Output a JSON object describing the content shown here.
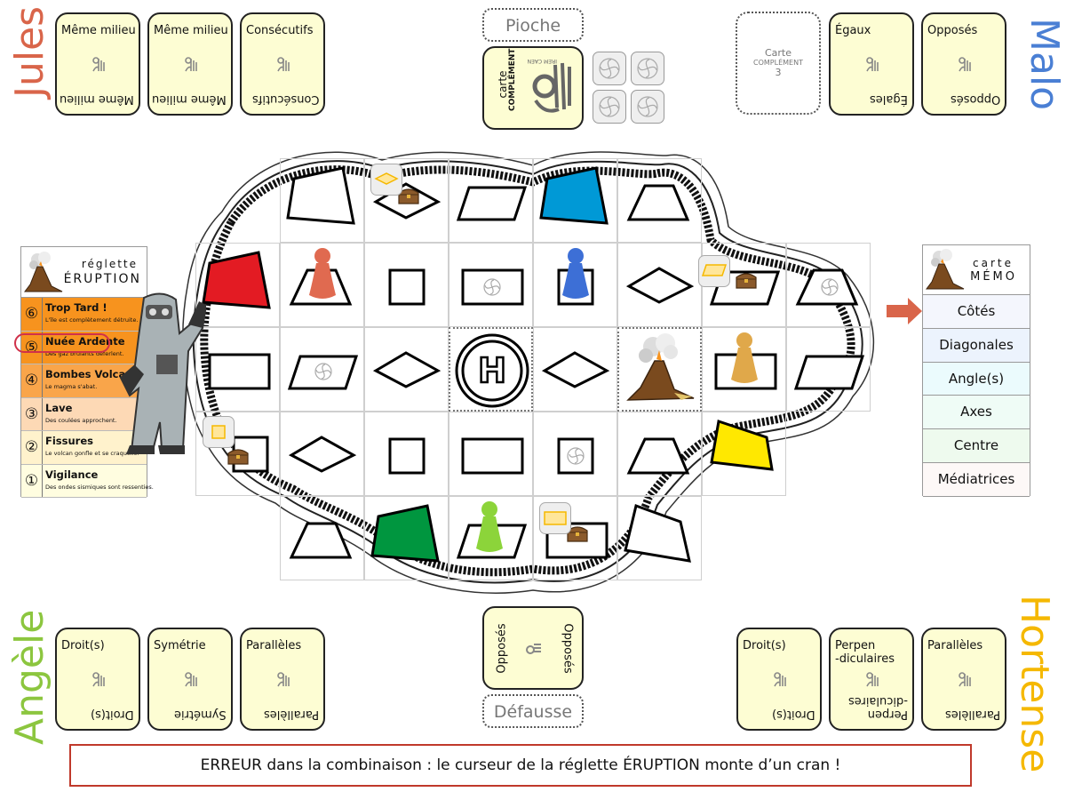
{
  "players": {
    "jules": {
      "name": "Jules",
      "color": "#d9654a",
      "cards": [
        {
          "top": "Même milieu",
          "bottom": "Même milieu"
        },
        {
          "top": "Même milieu",
          "bottom": "Même milieu"
        },
        {
          "top": "Consécutifs",
          "bottom": "Consécutifs"
        }
      ]
    },
    "malo": {
      "name": "Malo",
      "color": "#4a7fd4",
      "empty_slot": {
        "line1": "Carte",
        "line2": "COMPLÉMENT",
        "line3": "3"
      },
      "cards": [
        {
          "top": "Égaux",
          "bottom": "Égales"
        },
        {
          "top": "Opposés",
          "bottom": "Opposés"
        }
      ]
    },
    "angele": {
      "name": "Angèle",
      "color": "#8cc63f",
      "cards": [
        {
          "top": "Droit(s)",
          "bottom": "Droit(s)"
        },
        {
          "top": "Symétrie",
          "bottom": "Symétrie"
        },
        {
          "top": "Parallèles",
          "bottom": "Parallèles"
        }
      ]
    },
    "hortense": {
      "name": "Hortense",
      "color": "#f5b800",
      "cards": [
        {
          "top": "Droit(s)",
          "bottom": "Droit(s)"
        },
        {
          "top": "Perpen\n-diculaires",
          "bottom": "Perpen\n-diculaires"
        },
        {
          "top": "Parallèles",
          "bottom": "Parallèles"
        }
      ]
    }
  },
  "pioche": {
    "label": "Pioche",
    "top_card": {
      "line1": "carte",
      "line2": "COMPLÉMENT",
      "brand": "IREM CAEN"
    },
    "tiles_count": 4
  },
  "defausse": {
    "label": "Défausse",
    "top_card": {
      "left": "Opposés",
      "right": "Opposés"
    }
  },
  "reglette": {
    "title_small": "réglette",
    "title_big": "ÉRUPTION",
    "current_level": 5,
    "levels": [
      {
        "num": "⑥",
        "title": "Trop Tard !",
        "subtitle": "L'île est complètement détruite.",
        "color": "#f7931e"
      },
      {
        "num": "⑤",
        "title": "Nuée Ardente",
        "subtitle": "Des gaz brûlants déferlent.",
        "color": "#f7931e"
      },
      {
        "num": "④",
        "title": "Bombes Volcaniques",
        "subtitle": "Le magma s'abat.",
        "color": "#f9a54a"
      },
      {
        "num": "③",
        "title": "Lave",
        "subtitle": "Des coulées approchent.",
        "color": "#fdd9b5"
      },
      {
        "num": "②",
        "title": "Fissures",
        "subtitle": "Le volcan gonfle et se craquelle.",
        "color": "#fff2cc"
      },
      {
        "num": "①",
        "title": "Vigilance",
        "subtitle": "Des ondes sismiques sont ressenties.",
        "color": "#fffde0"
      }
    ]
  },
  "memo": {
    "title_small": "carte",
    "title_big": "MÉMO",
    "active_index": 0,
    "pointer_color": "#d9654a",
    "items": [
      {
        "label": "Côtés",
        "color": "#f4f6fd"
      },
      {
        "label": "Diagonales",
        "color": "#ecf3fd"
      },
      {
        "label": "Angle(s)",
        "color": "#ebfbfd"
      },
      {
        "label": "Axes",
        "color": "#effcf6"
      },
      {
        "label": "Centre",
        "color": "#eefaee"
      },
      {
        "label": "Médiatrices",
        "color": "#fdf8f7"
      }
    ]
  },
  "board": {
    "helipad_label": "H",
    "cells": [
      {
        "row": 0,
        "col": 1,
        "shape": "quad",
        "fill": "#ffffff"
      },
      {
        "row": 0,
        "col": 2,
        "shape": "rhombus",
        "fill": "#ffffff",
        "treasure": true,
        "token": "rhombus"
      },
      {
        "row": 0,
        "col": 3,
        "shape": "parallelogram",
        "fill": "#ffffff"
      },
      {
        "row": 0,
        "col": 4,
        "shape": "quad",
        "fill": "#0099d6"
      },
      {
        "row": 0,
        "col": 5,
        "shape": "trapezoid",
        "fill": "#ffffff"
      },
      {
        "row": 1,
        "col": 0,
        "shape": "quad",
        "fill": "#e31b23"
      },
      {
        "row": 1,
        "col": 1,
        "shape": "trapezoid",
        "fill": "#ffffff",
        "pawn": "#e06a50"
      },
      {
        "row": 1,
        "col": 2,
        "shape": "square",
        "fill": "#ffffff"
      },
      {
        "row": 1,
        "col": 3,
        "shape": "rectangle",
        "fill": "#ffffff",
        "fan": true
      },
      {
        "row": 1,
        "col": 4,
        "shape": "square",
        "fill": "#ffffff",
        "pawn": "#3d6fd6"
      },
      {
        "row": 1,
        "col": 5,
        "shape": "rhombus",
        "fill": "#ffffff"
      },
      {
        "row": 1,
        "col": 6,
        "shape": "parallelogram",
        "fill": "#ffffff",
        "treasure": true,
        "token": "parallelogram"
      },
      {
        "row": 1,
        "col": 7,
        "shape": "trapezoid",
        "fill": "#ffffff",
        "fan": true
      },
      {
        "row": 2,
        "col": 0,
        "shape": "rectangle",
        "fill": "#ffffff"
      },
      {
        "row": 2,
        "col": 1,
        "shape": "parallelogram",
        "fill": "#ffffff",
        "fan": true
      },
      {
        "row": 2,
        "col": 2,
        "shape": "rhombus",
        "fill": "#ffffff"
      },
      {
        "row": 2,
        "col": 3,
        "shape": "helipad",
        "fill": "#ffffff"
      },
      {
        "row": 2,
        "col": 4,
        "shape": "rhombus",
        "fill": "#ffffff"
      },
      {
        "row": 2,
        "col": 5,
        "shape": "volcano",
        "fill": "#ffffff"
      },
      {
        "row": 2,
        "col": 6,
        "shape": "rectangle",
        "fill": "#ffffff",
        "pawn": "#e0a84a"
      },
      {
        "row": 2,
        "col": 7,
        "shape": "parallelogram",
        "fill": "#ffffff"
      },
      {
        "row": 3,
        "col": 0,
        "shape": "square-small",
        "fill": "#ffffff",
        "treasure": true,
        "token": "square"
      },
      {
        "row": 3,
        "col": 1,
        "shape": "rhombus",
        "fill": "#ffffff"
      },
      {
        "row": 3,
        "col": 2,
        "shape": "square",
        "fill": "#ffffff"
      },
      {
        "row": 3,
        "col": 3,
        "shape": "rectangle",
        "fill": "#ffffff"
      },
      {
        "row": 3,
        "col": 4,
        "shape": "square",
        "fill": "#ffffff",
        "fan": true
      },
      {
        "row": 3,
        "col": 5,
        "shape": "trapezoid",
        "fill": "#ffffff"
      },
      {
        "row": 3,
        "col": 6,
        "shape": "quad",
        "fill": "#ffe800"
      },
      {
        "row": 4,
        "col": 1,
        "shape": "trapezoid",
        "fill": "#ffffff"
      },
      {
        "row": 4,
        "col": 2,
        "shape": "quad",
        "fill": "#00963f"
      },
      {
        "row": 4,
        "col": 3,
        "shape": "parallelogram",
        "fill": "#ffffff",
        "pawn": "#8cd43a"
      },
      {
        "row": 4,
        "col": 4,
        "shape": "rectangle",
        "fill": "#ffffff",
        "treasure": true,
        "token": "rectangle"
      },
      {
        "row": 4,
        "col": 5,
        "shape": "quad",
        "fill": "#ffffff"
      }
    ]
  },
  "message": {
    "text": "ERREUR dans la combinaison : le curseur de la réglette ÉRUPTION monte d’un cran !",
    "border_color": "#c0392b"
  }
}
